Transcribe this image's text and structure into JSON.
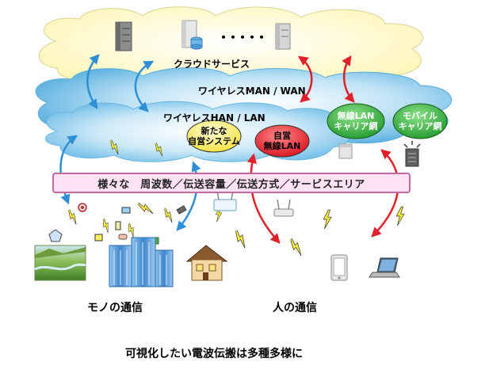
{
  "clouds": {
    "cloud_service": "クラウドサービス",
    "wireless_man_wan": "ワイヤレスMAN / WAN",
    "wireless_han_lan": "ワイヤレスHAN / LAN"
  },
  "server_dots": "・・・・・",
  "ovals": {
    "new_system": "新たな\n自営システム",
    "private_lan": "自営\n無線LAN",
    "carrier_lan": "無線LAN\nキャリア網",
    "mobile_carrier": "モバイル\nキャリア網"
  },
  "banner": "様々な　周波数／伝送容量／伝送方式／サービスエリア",
  "captions": {
    "things": "モノの通信",
    "people": "人の通信"
  },
  "footer": "可視化したい電波伝搬は多種多様に",
  "colors": {
    "cloud_yellow": "#fffbd0",
    "cloud_blue": "#7ec6ec",
    "arrow_blue": "#2e8fd6",
    "arrow_red": "#e0202a",
    "banner_fill": "#fde2f3",
    "oval_yellow": "#fff27a",
    "oval_red": "#e8202a",
    "oval_green": "#2eaa3a"
  },
  "icons": [
    "server-icon",
    "database-server-icon",
    "wireless-router-icon",
    "base-station-icon",
    "smartphone-icon",
    "laptop-icon",
    "house-icon",
    "office-building-icon",
    "landscape-icon",
    "sensor-icon",
    "lightning-icon"
  ]
}
